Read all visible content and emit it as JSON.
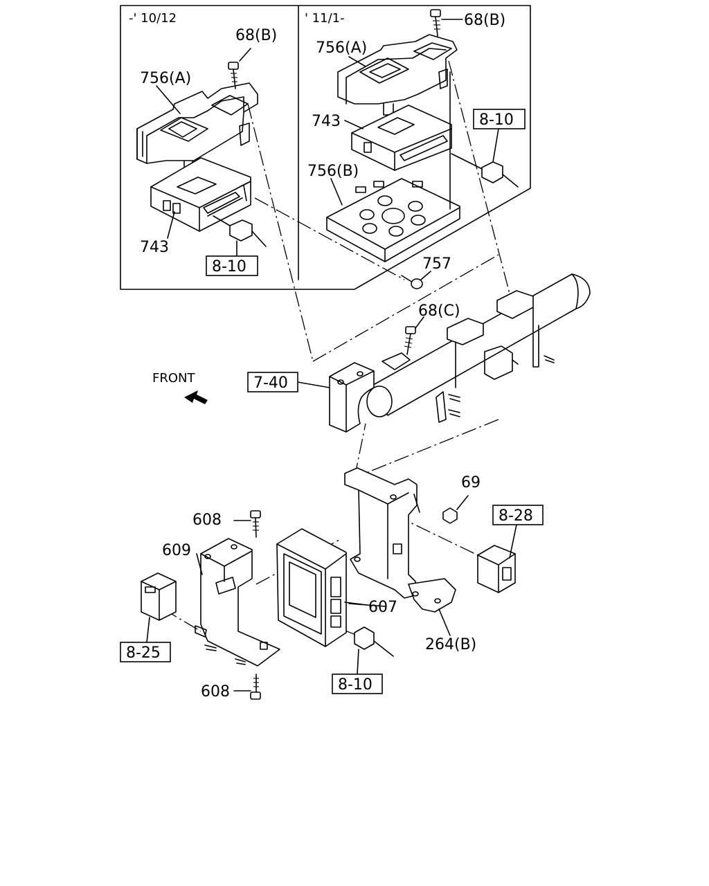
{
  "diagram": {
    "insets": {
      "left_label": "-' 10/12",
      "right_label": "' 11/1-"
    },
    "front_label": "FRONT",
    "parts": {
      "p68b_left": "68(B)",
      "p68b_right": "68(B)",
      "p756a_left": "756(A)",
      "p756a_right": "756(A)",
      "p743_left": "743",
      "p743_right": "743",
      "p756b": "756(B)",
      "p757": "757",
      "p68c": "68(C)",
      "p69": "69",
      "p608_top": "608",
      "p608_bottom": "608",
      "p609": "609",
      "p607": "607",
      "p264b": "264(B)"
    },
    "refs": {
      "r810_left": "8-10",
      "r810_right": "8-10",
      "r810_bottom": "8-10",
      "r740": "7-40",
      "r828": "8-28",
      "r825": "8-25"
    }
  }
}
